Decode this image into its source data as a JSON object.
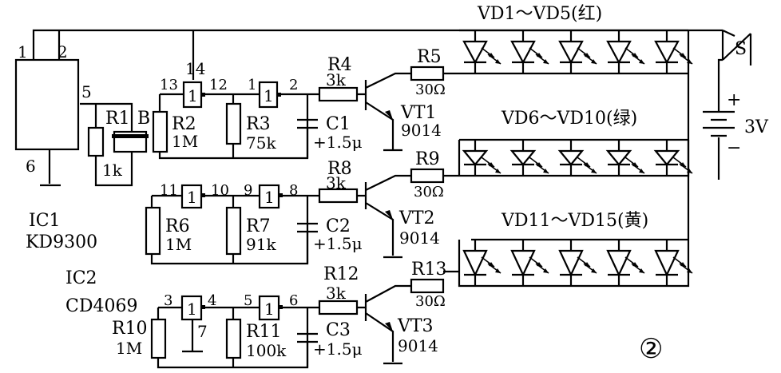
{
  "ic1": {
    "name": "IC1",
    "part": "KD9300",
    "pins": [
      "1",
      "2",
      "5",
      "6"
    ]
  },
  "ic2": {
    "name": "IC2",
    "part": "CD4069"
  },
  "gates": [
    {
      "in": "13",
      "out": "12"
    },
    {
      "in": "1",
      "out": "2"
    },
    {
      "in": "11",
      "out": "10"
    },
    {
      "in": "9",
      "out": "8"
    },
    {
      "in": "3",
      "out": "4"
    },
    {
      "in": "5",
      "out": "6"
    }
  ],
  "gate_symbol": "1",
  "pin14": "14",
  "pin7": "7",
  "resistors": {
    "r1": {
      "name": "R1",
      "value": "1k"
    },
    "r2": {
      "name": "R2",
      "value": "1M"
    },
    "r3": {
      "name": "R3",
      "value": "75k"
    },
    "r4": {
      "name": "R4",
      "value": "3k"
    },
    "r5": {
      "name": "R5",
      "value": "30Ω"
    },
    "r6": {
      "name": "R6",
      "value": "1M"
    },
    "r7": {
      "name": "R7",
      "value": "91k"
    },
    "r8": {
      "name": "R8",
      "value": "3k"
    },
    "r9": {
      "name": "R9",
      "value": "30Ω"
    },
    "r10": {
      "name": "R10",
      "value": "1M"
    },
    "r11": {
      "name": "R11",
      "value": "100k"
    },
    "r12": {
      "name": "R12",
      "value": "3k"
    },
    "r13": {
      "name": "R13",
      "value": "30Ω"
    }
  },
  "capacitors": {
    "c1": {
      "name": "C1",
      "value": "+1.5μ"
    },
    "c2": {
      "name": "C2",
      "value": "+1.5μ"
    },
    "c3": {
      "name": "C3",
      "value": "+1.5μ"
    }
  },
  "transistors": {
    "vt1": {
      "name": "VT1",
      "part": "9014"
    },
    "vt2": {
      "name": "VT2",
      "part": "9014"
    },
    "vt3": {
      "name": "VT3",
      "part": "9014"
    }
  },
  "led_groups": {
    "red": "VD1～VD5(红)",
    "green": "VD6～VD10(绿)",
    "yellow": "VD11～VD15(黄)"
  },
  "buzzer": "B",
  "switch": "S",
  "battery": {
    "plus": "+",
    "minus": "−",
    "voltage": "3V"
  },
  "figure_number": "②"
}
